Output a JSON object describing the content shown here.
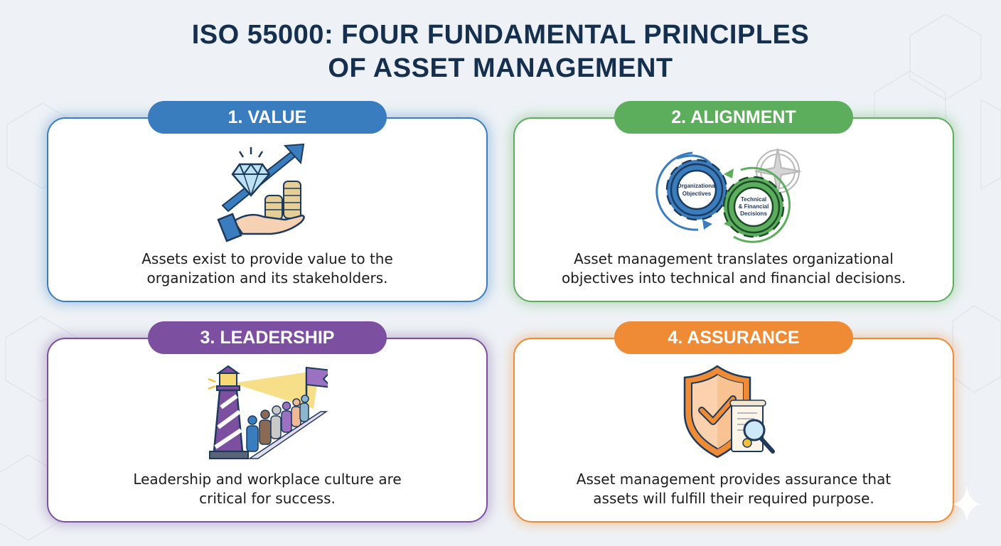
{
  "title": {
    "line1": "ISO 55000: FOUR FUNDAMENTAL PRINCIPLES",
    "line2": "OF ASSET MANAGEMENT"
  },
  "colors": {
    "title": "#15304f",
    "value": "#3a7dbf",
    "alignment": "#5cae5c",
    "leadership": "#7c4fa0",
    "assurance": "#ef8a35",
    "background": "#eef2f6"
  },
  "principles": [
    {
      "label": "1. VALUE",
      "icon": "hand-diamond-coins-growth-icon",
      "description_line1": "Assets exist to provide value to the",
      "description_line2": "organization and its stakeholders."
    },
    {
      "label": "2. ALIGNMENT",
      "icon": "gears-compass-icon",
      "gear_left_label_line1": "Organizational",
      "gear_left_label_line2": "Objectives",
      "gear_right_label_line1": "Technical",
      "gear_right_label_line2": "& Financial",
      "gear_right_label_line3": "Decisions",
      "description_line1": "Asset management translates organizational",
      "description_line2": "objectives into technical and financial decisions."
    },
    {
      "label": "3. LEADERSHIP",
      "icon": "lighthouse-team-flag-icon",
      "description_line1": "Leadership and workplace culture are",
      "description_line2": "critical for success."
    },
    {
      "label": "4. ASSURANCE",
      "icon": "shield-check-certificate-icon",
      "description_line1": "Asset management provides assurance that",
      "description_line2": "assets will fulfill their required purpose."
    }
  ]
}
